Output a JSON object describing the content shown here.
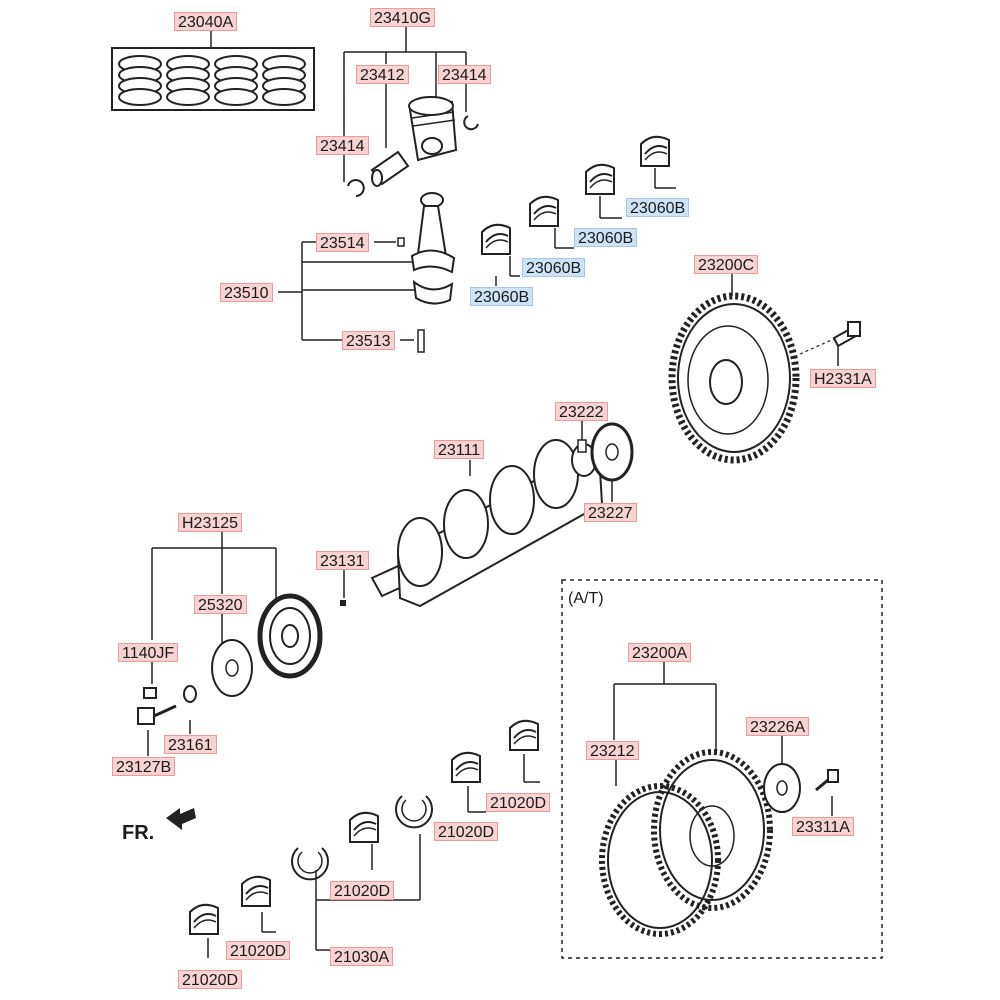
{
  "labels": [
    {
      "id": "23040A",
      "text": "23040A"
    },
    {
      "id": "23410G",
      "text": "23410G"
    },
    {
      "id": "23412",
      "text": "23412"
    },
    {
      "id": "23414_r",
      "text": "23414"
    },
    {
      "id": "23414_l",
      "text": "23414"
    },
    {
      "id": "23514",
      "text": "23514"
    },
    {
      "id": "23510",
      "text": "23510"
    },
    {
      "id": "23513",
      "text": "23513"
    },
    {
      "id": "23060B_1",
      "text": "23060B"
    },
    {
      "id": "23060B_2",
      "text": "23060B"
    },
    {
      "id": "23060B_3",
      "text": "23060B"
    },
    {
      "id": "23060B_4",
      "text": "23060B"
    },
    {
      "id": "23200C",
      "text": "23200C"
    },
    {
      "id": "H2331A",
      "text": "H2331A"
    },
    {
      "id": "23222",
      "text": "23222"
    },
    {
      "id": "23111",
      "text": "23111"
    },
    {
      "id": "23227",
      "text": "23227"
    },
    {
      "id": "H23125",
      "text": "H23125"
    },
    {
      "id": "23131",
      "text": "23131"
    },
    {
      "id": "25320",
      "text": "25320"
    },
    {
      "id": "1140JF",
      "text": "1140JF"
    },
    {
      "id": "23161",
      "text": "23161"
    },
    {
      "id": "23127B",
      "text": "23127B"
    },
    {
      "id": "23200A",
      "text": "23200A"
    },
    {
      "id": "23212",
      "text": "23212"
    },
    {
      "id": "23226A",
      "text": "23226A"
    },
    {
      "id": "23311A",
      "text": "23311A"
    },
    {
      "id": "21020D_1",
      "text": "21020D"
    },
    {
      "id": "21020D_2",
      "text": "21020D"
    },
    {
      "id": "21020D_3",
      "text": "21020D"
    },
    {
      "id": "21020D_4",
      "text": "21020D"
    },
    {
      "id": "21020D_5",
      "text": "21020D"
    },
    {
      "id": "21030A",
      "text": "21030A"
    }
  ],
  "note": "(A/T)",
  "front": "FR.",
  "colors": {
    "label_bg": "#f8d3d3",
    "label_border": "#ef9a9a",
    "highlight_bg": "#cfe3f7",
    "highlight_border": "#a8c7e8",
    "ink": "#1a1a1a"
  }
}
